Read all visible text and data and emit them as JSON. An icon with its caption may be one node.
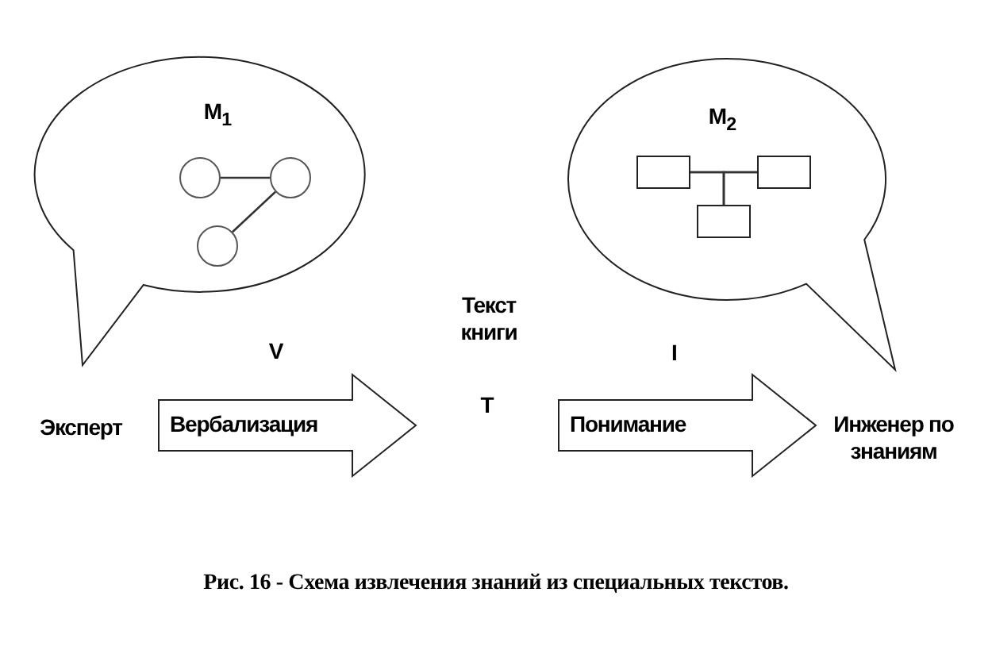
{
  "diagram": {
    "caption": "Рис. 16 - Схема извлечения знаний из специальных текстов.",
    "nodes": [
      {
        "text": [
          "М$_{1}$"
        ]
      },
      {
        "text": [],
        "shape": "circle",
        "in": 0
      },
      {
        "text": [],
        "shape": "circle",
        "in": 0
      },
      {
        "text": [],
        "shape": "circle",
        "in": 0
      },
      {
        "text": [
          "М$_{2}$"
        ]
      },
      {
        "text": [],
        "shape": "box",
        "in": 4
      },
      {
        "text": [],
        "shape": "box",
        "in": 4
      },
      {
        "text": [],
        "shape": "box",
        "in": 4
      },
      {
        "text": [
          "Эксперт"
        ]
      },
      {
        "text": [
          "Вербализация"
        ],
        "beside": [
          "V"
        ]
      },
      {
        "text": [
          "Текст книги"
        ]
      },
      {
        "text": [
          "Понимание"
        ],
        "beside": [
          "I"
        ]
      },
      {
        "text": [
          "Инженер по знаниям"
        ]
      }
    ],
    "edges": [
      {
        "from": 1,
        "to": 2,
        "arrow": "none"
      },
      {
        "from": 2,
        "to": 3,
        "arrow": "none"
      },
      {
        "from": 5,
        "to": 6,
        "arrow": "none"
      },
      {
        "from": 7,
        "to": 5,
        "arrow": "none"
      },
      {
        "from": 7,
        "to": 6,
        "arrow": "none"
      }
    ],
    "labels": [
      "T"
    ]
  }
}
